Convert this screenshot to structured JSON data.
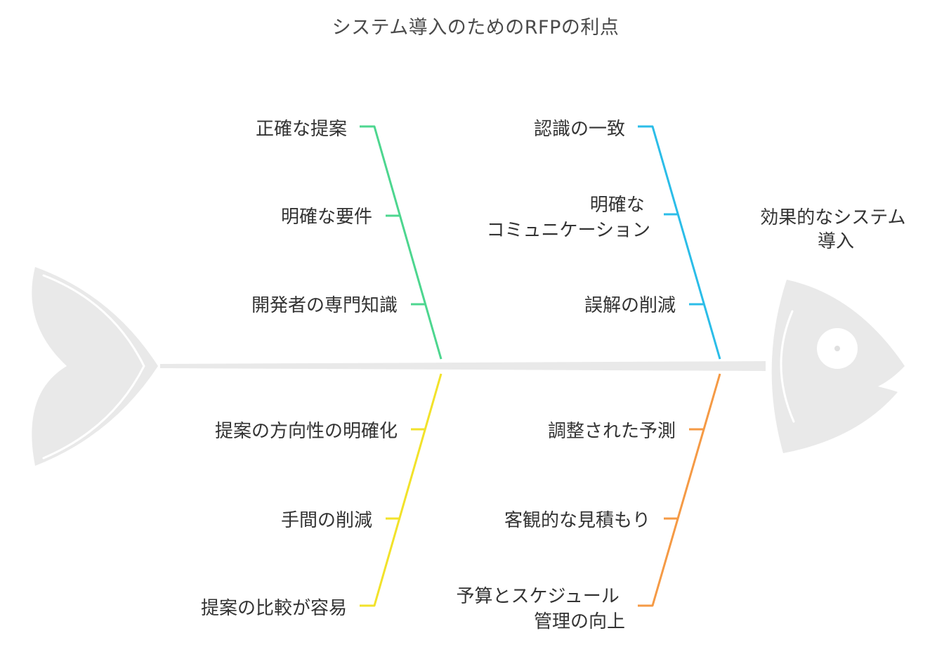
{
  "title": "システム導入のためのRFPの利点",
  "effect": {
    "lines": [
      "効果的なシステム",
      "導入"
    ]
  },
  "categories": [
    {
      "id": "green",
      "color": "#4dd68f",
      "causes": [
        {
          "lines": [
            "正確な提案"
          ]
        },
        {
          "lines": [
            "明確な要件"
          ]
        },
        {
          "lines": [
            "開発者の専門知識"
          ]
        }
      ]
    },
    {
      "id": "blue",
      "color": "#2bbde8",
      "causes": [
        {
          "lines": [
            "認識の一致"
          ]
        },
        {
          "lines": [
            "明確な",
            "コミュニケーション"
          ]
        },
        {
          "lines": [
            "誤解の削減"
          ]
        }
      ]
    },
    {
      "id": "yellow",
      "color": "#f2e22a",
      "causes": [
        {
          "lines": [
            "提案の方向性の明確化"
          ]
        },
        {
          "lines": [
            "手間の削減"
          ]
        },
        {
          "lines": [
            "提案の比較が容易"
          ]
        }
      ]
    },
    {
      "id": "orange",
      "color": "#f59a45",
      "causes": [
        {
          "lines": [
            "調整された予測"
          ]
        },
        {
          "lines": [
            "客観的な見積もり"
          ]
        },
        {
          "lines": [
            "予算とスケジュール",
            "管理の向上"
          ]
        }
      ]
    }
  ],
  "colors": {
    "skeleton": "#e9e9e9",
    "skeleton_highlight": "#ffffff",
    "text": "#333333"
  }
}
